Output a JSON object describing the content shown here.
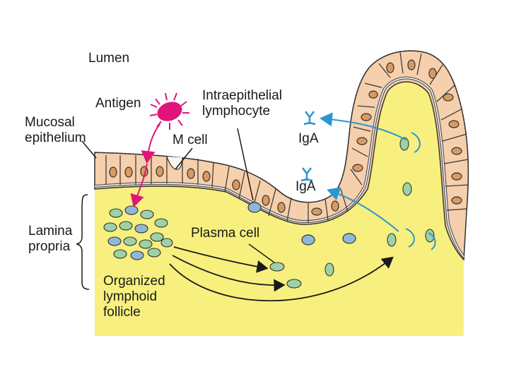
{
  "labels": {
    "lumen": "Lumen",
    "antigen": "Antigen",
    "intraepithelial_lymphocyte": "Intraepithelial\nlymphocyte",
    "mucosal_epithelium": "Mucosal\nepithelium",
    "m_cell": "M cell",
    "iga_upper": "IgA",
    "iga_lower": "IgA",
    "lamina_propria": "Lamina\npropria",
    "plasma_cell": "Plasma cell",
    "organized_lymphoid_follicle": "Organized\nlymphoid\nfollicle"
  },
  "colors": {
    "lamina_propria_fill": "#f7f07e",
    "epithelial_cell": "#f6cfac",
    "nucleus": "#d99a62",
    "plasma_cell": "#9ed1a6",
    "lymphocyte": "#8fb8d8",
    "antigen": "#e0157a",
    "iga_arrow": "#2a96d2",
    "outline": "#333333"
  },
  "icons": {
    "antigen": "antigen-microbe-icon",
    "iga": "iga-antibody-icon"
  }
}
